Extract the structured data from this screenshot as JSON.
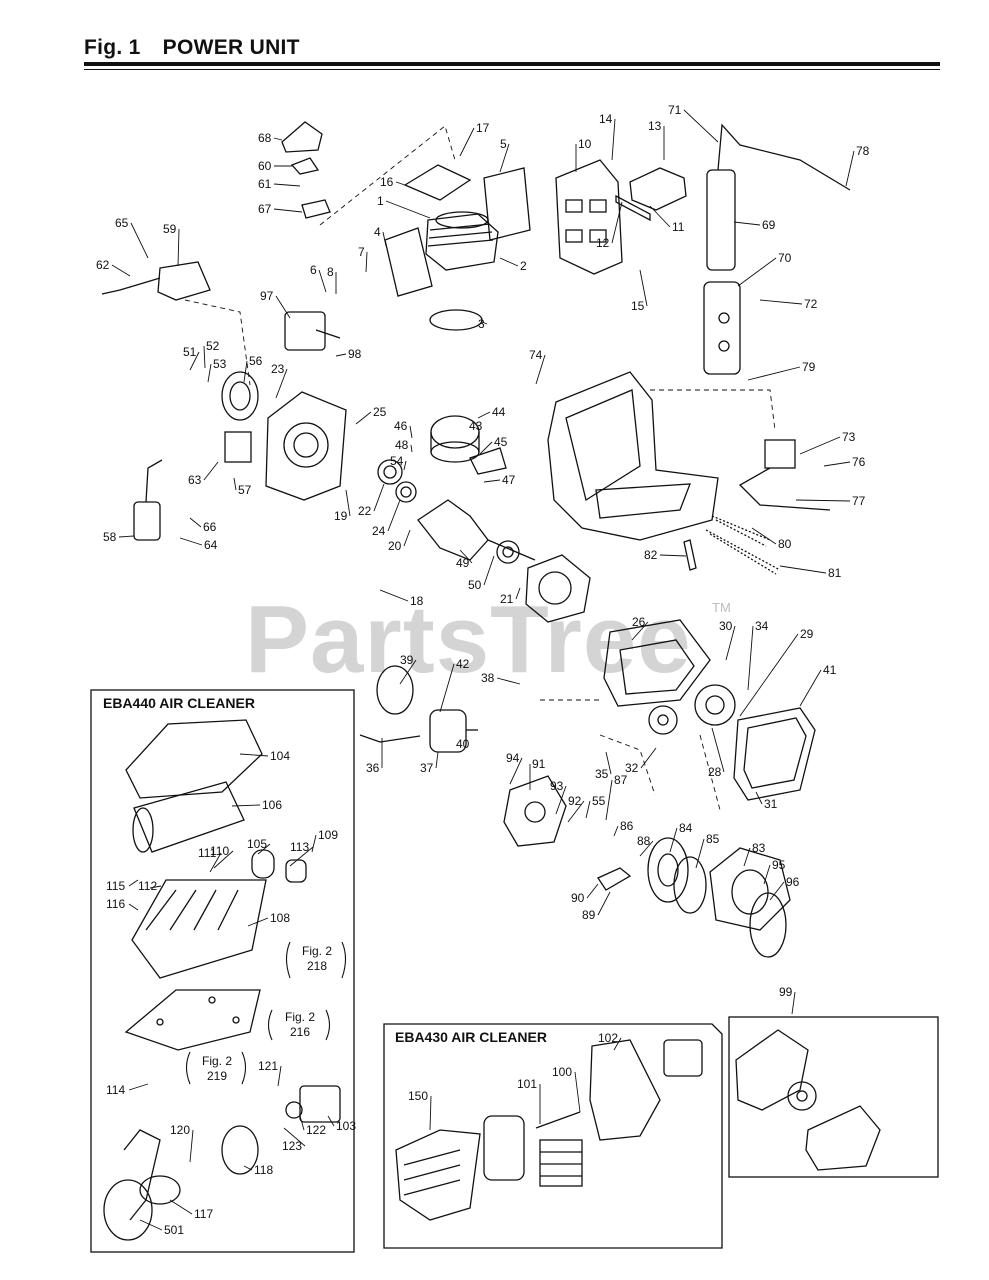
{
  "header": {
    "fig_number": "Fig. 1",
    "title": "POWER UNIT"
  },
  "watermark": {
    "text": "PartsTree",
    "trademark": "TM"
  },
  "insets": {
    "eba440": {
      "title": "EBA440 AIR CLEANER"
    },
    "eba430": {
      "title": "EBA430 AIR CLEANER"
    }
  },
  "fig_references": [
    {
      "fig": "Fig. 2",
      "ref": "218"
    },
    {
      "fig": "Fig. 2",
      "ref": "216"
    },
    {
      "fig": "Fig. 2",
      "ref": "219"
    }
  ],
  "callouts": [
    "68",
    "60",
    "61",
    "67",
    "17",
    "16",
    "5",
    "1",
    "4",
    "7",
    "6",
    "8",
    "2",
    "3",
    "97",
    "98",
    "65",
    "59",
    "62",
    "14",
    "13",
    "10",
    "11",
    "12",
    "15",
    "71",
    "78",
    "69",
    "70",
    "72",
    "74",
    "79",
    "73",
    "76",
    "77",
    "80",
    "82",
    "81",
    "51",
    "52",
    "53",
    "56",
    "23",
    "25",
    "46",
    "44",
    "43",
    "48",
    "45",
    "54",
    "47",
    "63",
    "57",
    "19",
    "22",
    "24",
    "20",
    "49",
    "50",
    "21",
    "18",
    "58",
    "66",
    "64",
    "26",
    "30",
    "34",
    "29",
    "41",
    "39",
    "42",
    "38",
    "36",
    "37",
    "40",
    "35",
    "32",
    "28",
    "31",
    "94",
    "91",
    "93",
    "92",
    "55",
    "87",
    "86",
    "88",
    "84",
    "85",
    "83",
    "95",
    "96",
    "90",
    "89",
    "104",
    "106",
    "105",
    "109",
    "113",
    "111",
    "110",
    "115",
    "112",
    "116",
    "108",
    "114",
    "121",
    "123",
    "122",
    "103",
    "120",
    "118",
    "117",
    "501",
    "99",
    "102",
    "100",
    "101",
    "150"
  ]
}
